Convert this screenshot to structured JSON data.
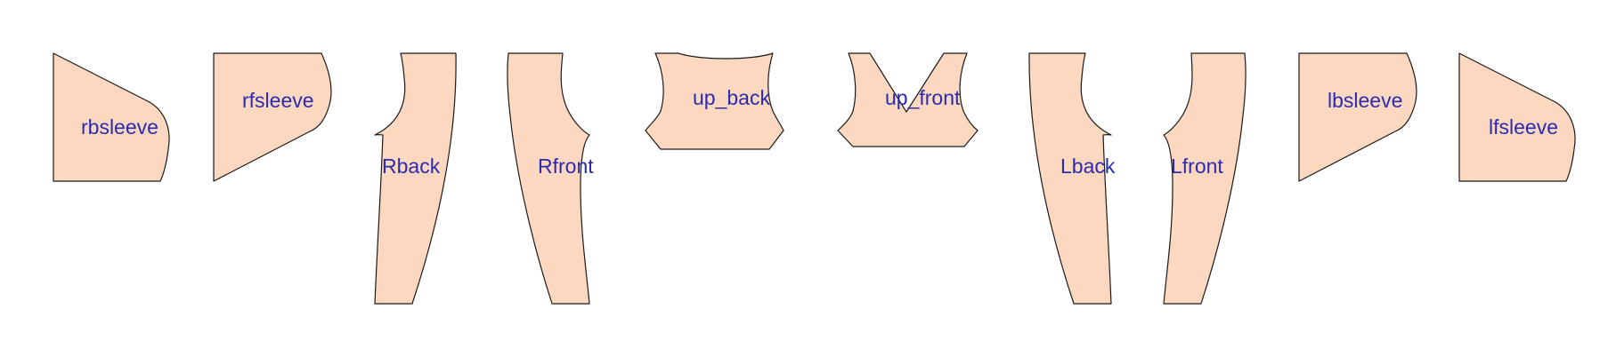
{
  "colors": {
    "panel_fill": "#fdd8c0",
    "panel_stroke": "#1a1a1a",
    "label_color": "#2b2bb0",
    "background": "#ffffff"
  },
  "panels": [
    {
      "id": "rbsleeve",
      "label": "rbsleeve"
    },
    {
      "id": "rfsleeve",
      "label": "rfsleeve"
    },
    {
      "id": "rback",
      "label": "Rback"
    },
    {
      "id": "rfront",
      "label": "Rfront"
    },
    {
      "id": "up-back",
      "label": "up_back"
    },
    {
      "id": "up-front",
      "label": "up_front"
    },
    {
      "id": "lback",
      "label": "Lback"
    },
    {
      "id": "lfront",
      "label": "Lfront"
    },
    {
      "id": "lbsleeve",
      "label": "lbsleeve"
    },
    {
      "id": "lfsleeve",
      "label": "lfsleeve"
    }
  ]
}
